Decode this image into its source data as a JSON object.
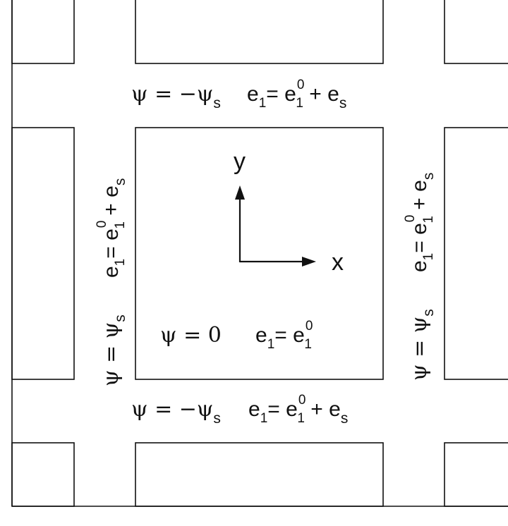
{
  "diagram": {
    "colors": {
      "line": "#111111",
      "background": "#ffffff"
    },
    "axes": {
      "x_label": "x",
      "y_label": "y"
    },
    "regions": {
      "center": {
        "psi": {
          "symbol": "ψ",
          "eq": " = ",
          "value": "0"
        },
        "e1": {
          "e": "e",
          "sub": "1",
          "eq": "= ",
          "rhs_e": "e",
          "rhs_sup": "0",
          "rhs_sub": "1"
        }
      },
      "top": {
        "psi": {
          "symbol": "ψ",
          "eq": " = −",
          "rhs": "ψ",
          "rhs_sub": "s"
        },
        "e1": {
          "e": "e",
          "sub": "1",
          "eq": "= ",
          "rhs_e": "e",
          "rhs_sup": "0",
          "rhs_sub": "1",
          "plus": " + ",
          "es": "e",
          "es_sub": "s"
        }
      },
      "bottom": {
        "psi": {
          "symbol": "ψ",
          "eq": " = −",
          "rhs": "ψ",
          "rhs_sub": "s"
        },
        "e1": {
          "e": "e",
          "sub": "1",
          "eq": "= ",
          "rhs_e": "e",
          "rhs_sup": "0",
          "rhs_sub": "1",
          "plus": " + ",
          "es": "e",
          "es_sub": "s"
        }
      },
      "left": {
        "psi": {
          "symbol": "ψ",
          "eq": " = ",
          "rhs": "ψ",
          "rhs_sub": "s"
        },
        "e1": {
          "e": "e",
          "sub": "1",
          "eq": "= ",
          "rhs_e": "e",
          "rhs_sup": "0",
          "rhs_sub": "1",
          "plus": " + ",
          "es": "e",
          "es_sub": "s"
        }
      },
      "right": {
        "psi": {
          "symbol": "ψ",
          "eq": " = ",
          "rhs": "ψ",
          "rhs_sub": "s"
        },
        "e1": {
          "e": "e",
          "sub": "1",
          "eq": "= ",
          "rhs_e": "e",
          "rhs_sup": "0",
          "rhs_sub": "1",
          "plus": " + ",
          "es": "e",
          "es_sub": "s"
        }
      }
    }
  }
}
